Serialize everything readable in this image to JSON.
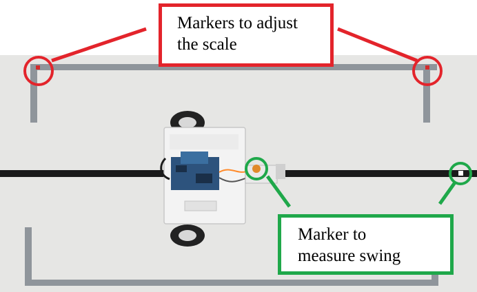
{
  "callouts": {
    "scale": {
      "line1": "Markers to adjust",
      "line2": "the scale",
      "color": "#e3242b"
    },
    "swing": {
      "line1": "Marker to",
      "line2": "measure swing",
      "color": "#1fa84a"
    }
  },
  "photo": {
    "background": "#e6e6e4",
    "tape_color": "#8a8f94",
    "line_color": "#1b1b1b",
    "robot_board_color": "#f2f2f2",
    "pcb_color": "#2a4f7a"
  }
}
